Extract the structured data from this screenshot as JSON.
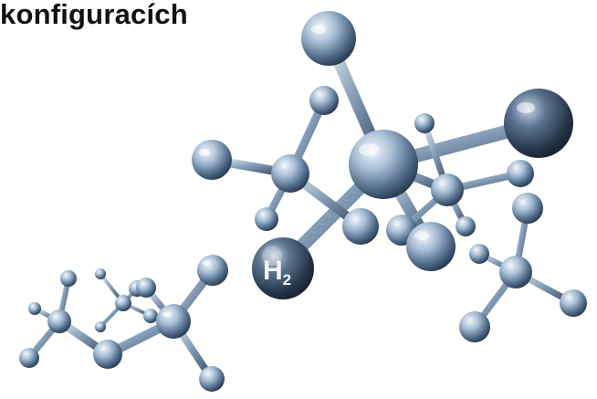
{
  "heading": {
    "text": "konfiguracích"
  },
  "molecule": {
    "label_main": "H",
    "label_sub": "2"
  }
}
